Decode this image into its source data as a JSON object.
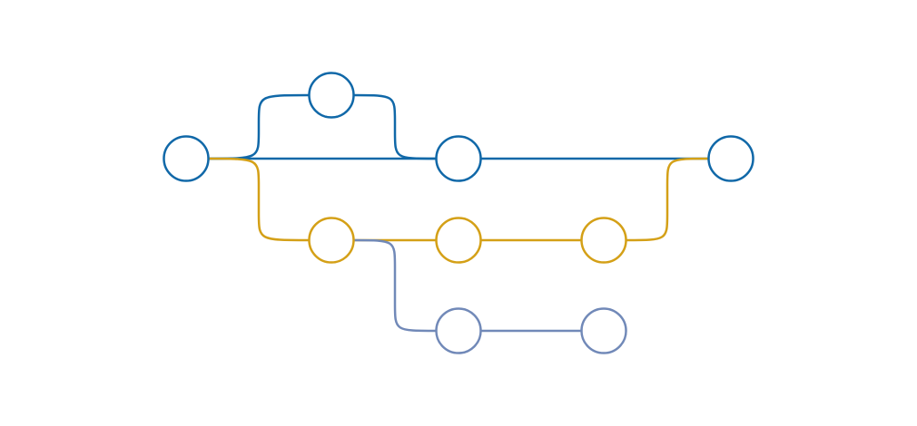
{
  "diagram": {
    "type": "git-branch-graph",
    "colors": {
      "main": "#1068a8",
      "feature": "#d4a017",
      "subfeature": "#7189b8",
      "background": "#ffffff"
    },
    "branches": [
      {
        "id": "main",
        "color": "#1068a8",
        "commits": [
          "m1",
          "m2",
          "m3",
          "m4"
        ]
      },
      {
        "id": "feature",
        "color": "#d4a017",
        "commits": [
          "f1",
          "f2",
          "f3"
        ]
      },
      {
        "id": "subfeature",
        "color": "#7189b8",
        "commits": [
          "s1",
          "s2"
        ]
      }
    ],
    "edges": [
      {
        "from": "m1",
        "to": "m2",
        "branch": "main"
      },
      {
        "from": "m2",
        "to": "m3",
        "branch": "main"
      },
      {
        "from": "m1",
        "to": "m3",
        "branch": "main"
      },
      {
        "from": "m3",
        "to": "m4",
        "branch": "main"
      },
      {
        "from": "m1",
        "to": "f1",
        "branch": "feature"
      },
      {
        "from": "f1",
        "to": "f2",
        "branch": "feature"
      },
      {
        "from": "f2",
        "to": "f3",
        "branch": "feature"
      },
      {
        "from": "f3",
        "to": "m4",
        "branch": "feature"
      },
      {
        "from": "f1",
        "to": "s1",
        "branch": "subfeature"
      },
      {
        "from": "s1",
        "to": "s2",
        "branch": "subfeature"
      }
    ]
  }
}
